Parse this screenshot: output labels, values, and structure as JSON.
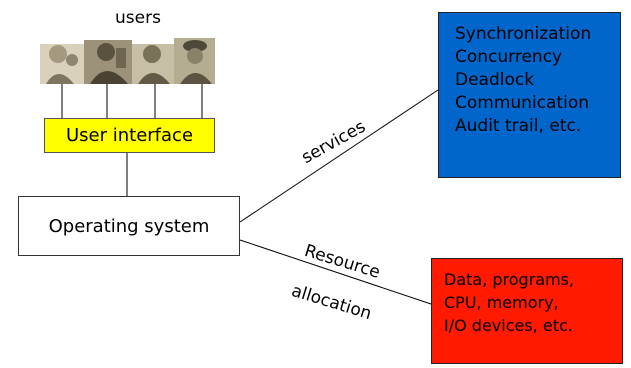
{
  "users_label": "users",
  "user_interface": "User interface",
  "operating_system": "Operating system",
  "services_label": "services",
  "resource_label_line1": "Resource",
  "resource_label_line2": "allocation",
  "services_items": [
    "Synchronization",
    "Concurrency",
    "Deadlock",
    "Communication",
    "Audit trail, etc."
  ],
  "resource_items": [
    "Data, programs,",
    "CPU, memory,",
    "I/O devices, etc."
  ],
  "colors": {
    "user_interface": "#ffff00",
    "services": "#0066cc",
    "resources": "#ff1a00"
  },
  "users_image": "four-illustrated-user-figures"
}
